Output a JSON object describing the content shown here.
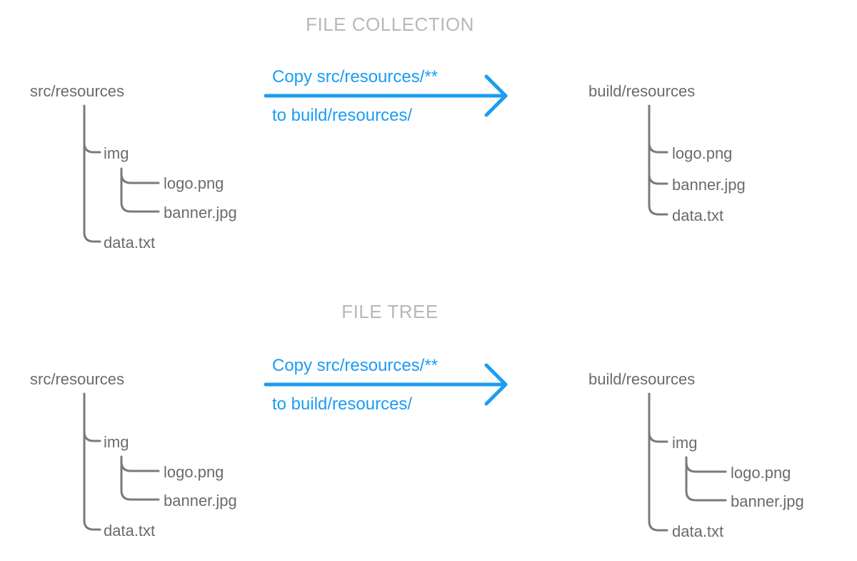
{
  "sections": [
    {
      "title": "FILE COLLECTION",
      "source": {
        "root": "src/resources",
        "children": [
          {
            "name": "img",
            "children": [
              {
                "name": "logo.png"
              },
              {
                "name": "banner.jpg"
              }
            ]
          },
          {
            "name": "data.txt"
          }
        ]
      },
      "action": {
        "line1": "Copy src/resources/**",
        "line2": "to build/resources/"
      },
      "target": {
        "root": "build/resources",
        "children": [
          {
            "name": "logo.png"
          },
          {
            "name": "banner.jpg"
          },
          {
            "name": "data.txt"
          }
        ]
      }
    },
    {
      "title": "FILE TREE",
      "source": {
        "root": "src/resources",
        "children": [
          {
            "name": "img",
            "children": [
              {
                "name": "logo.png"
              },
              {
                "name": "banner.jpg"
              }
            ]
          },
          {
            "name": "data.txt"
          }
        ]
      },
      "action": {
        "line1": "Copy src/resources/**",
        "line2": "to build/resources/"
      },
      "target": {
        "root": "build/resources",
        "children": [
          {
            "name": "img",
            "children": [
              {
                "name": "logo.png"
              },
              {
                "name": "banner.jpg"
              }
            ]
          },
          {
            "name": "data.txt"
          }
        ]
      }
    }
  ],
  "colors": {
    "title": "#b8b8b8",
    "tree_text": "#6b6b6b",
    "tree_line": "#7a7a7a",
    "accent": "#1c9cf2"
  }
}
